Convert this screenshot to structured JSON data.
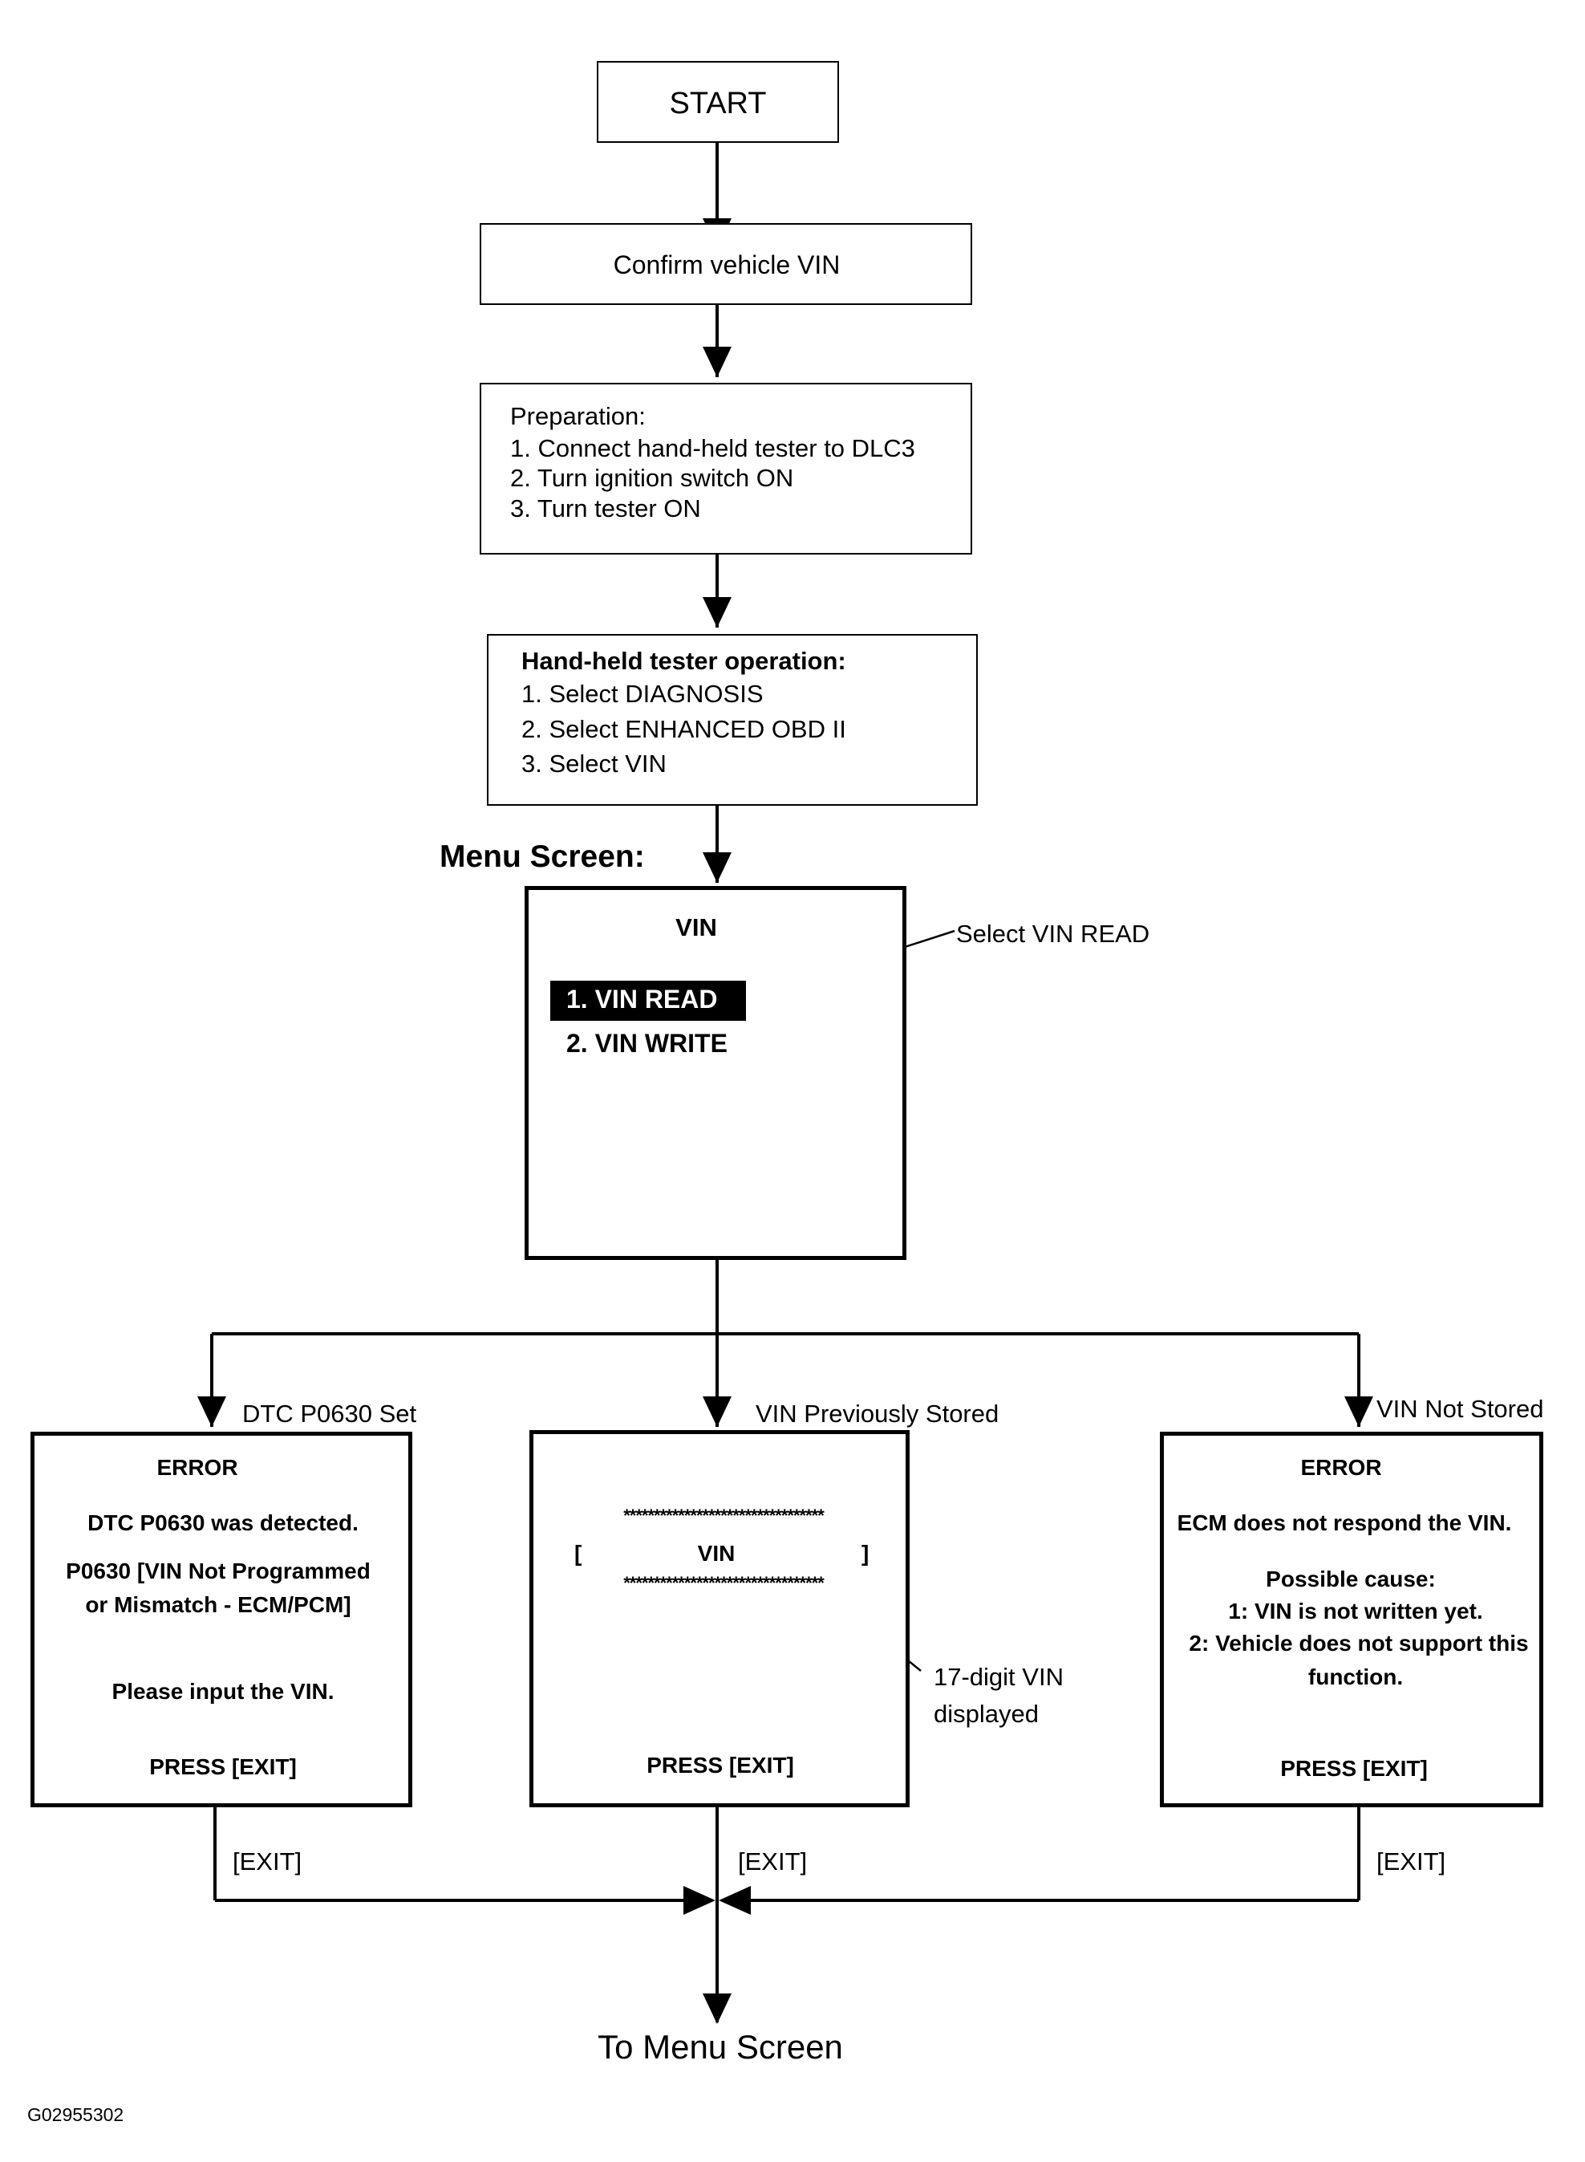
{
  "start": {
    "label": "START"
  },
  "confirm": {
    "label": "Confirm vehicle VIN"
  },
  "preparation": {
    "title": "Preparation:",
    "steps": [
      "1. Connect hand-held tester to DLC3",
      "2. Turn ignition switch ON",
      "3. Turn tester ON"
    ]
  },
  "tester_operation": {
    "title": "Hand-held tester operation:",
    "steps": [
      "1. Select DIAGNOSIS",
      "2. Select ENHANCED OBD II",
      "3. Select VIN"
    ]
  },
  "menu_screen": {
    "heading": "Menu Screen:",
    "title": "VIN",
    "items": [
      "1. VIN READ",
      "2. VIN WRITE"
    ],
    "callout": "Select VIN READ"
  },
  "branches": {
    "left_label": "DTC P0630 Set",
    "middle_label": "VIN Previously Stored",
    "right_label": "VIN Not Stored"
  },
  "error_dtc": {
    "title": "ERROR",
    "line1": "DTC P0630 was detected.",
    "line2": "P0630  [VIN Not Programmed",
    "line3": "or Mismatch - ECM/PCM]",
    "line4": "Please input the VIN.",
    "footer": "PRESS [EXIT]"
  },
  "vin_screen": {
    "stars_top": "*********************************",
    "bracket_left": "[",
    "vin": "VIN",
    "bracket_right": "]",
    "stars_bottom": "*********************************",
    "footer": "PRESS [EXIT]",
    "callout_line1": "17-digit VIN",
    "callout_line2": "displayed"
  },
  "error_ecm": {
    "title": "ERROR",
    "line1": "ECM does not respond the VIN.",
    "line2": "Possible cause:",
    "line3": "1: VIN is not written yet.",
    "line4": "2: Vehicle does not support this",
    "line5": "function.",
    "footer": "PRESS [EXIT]"
  },
  "exit_labels": [
    "[EXIT]",
    "[EXIT]",
    "[EXIT]"
  ],
  "end": {
    "label": "To Menu Screen"
  },
  "figure_id": "G02955302"
}
